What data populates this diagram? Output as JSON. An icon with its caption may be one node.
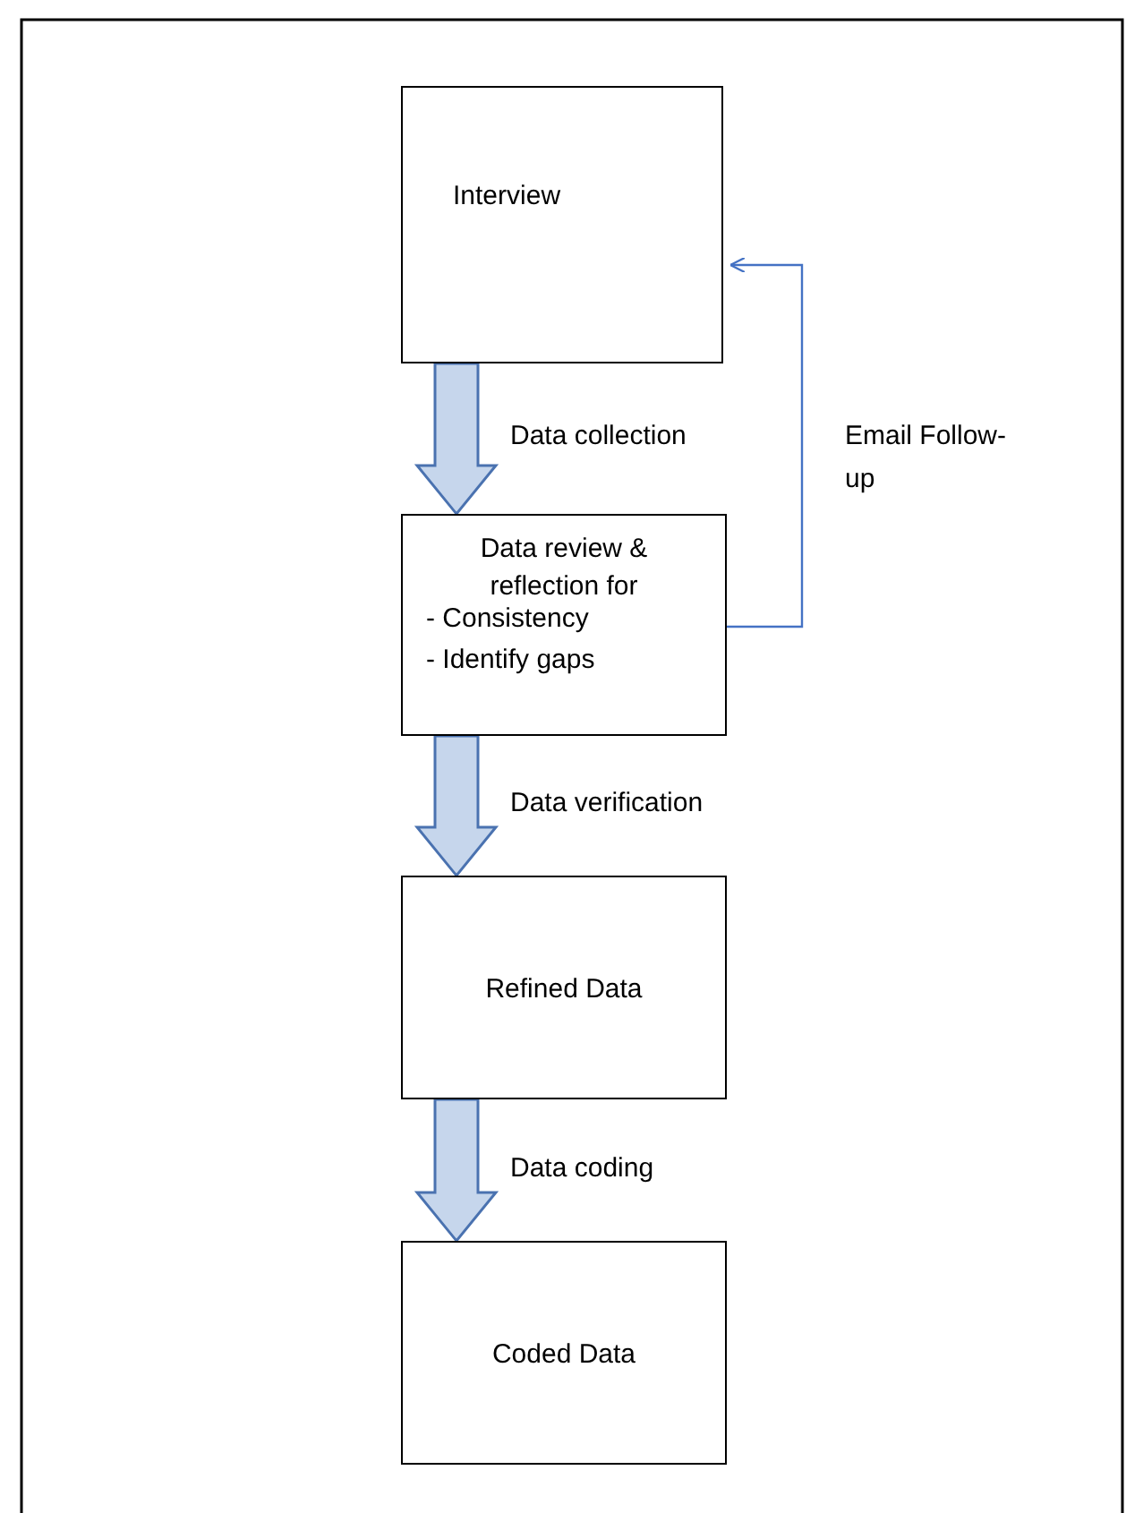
{
  "diagram": {
    "nodes": [
      {
        "text": [
          "Interview"
        ]
      },
      {
        "text": [
          "Data review & reflection for",
          "- Consistency",
          "- Identify gaps"
        ]
      },
      {
        "text": [
          "Refined Data"
        ]
      },
      {
        "text": [
          "Coded Data"
        ]
      }
    ],
    "edges": [
      {
        "from": 0,
        "to": 1,
        "arrow": "to",
        "label": "Data collection",
        "style": "thick"
      },
      {
        "from": 1,
        "to": 2,
        "arrow": "to",
        "label": "Data verification",
        "style": "thick"
      },
      {
        "from": 2,
        "to": 3,
        "arrow": "to",
        "label": "Data coding",
        "style": "thick"
      },
      {
        "from": 1,
        "to": 0,
        "arrow": "to",
        "label": "Email Follow-up"
      }
    ]
  }
}
